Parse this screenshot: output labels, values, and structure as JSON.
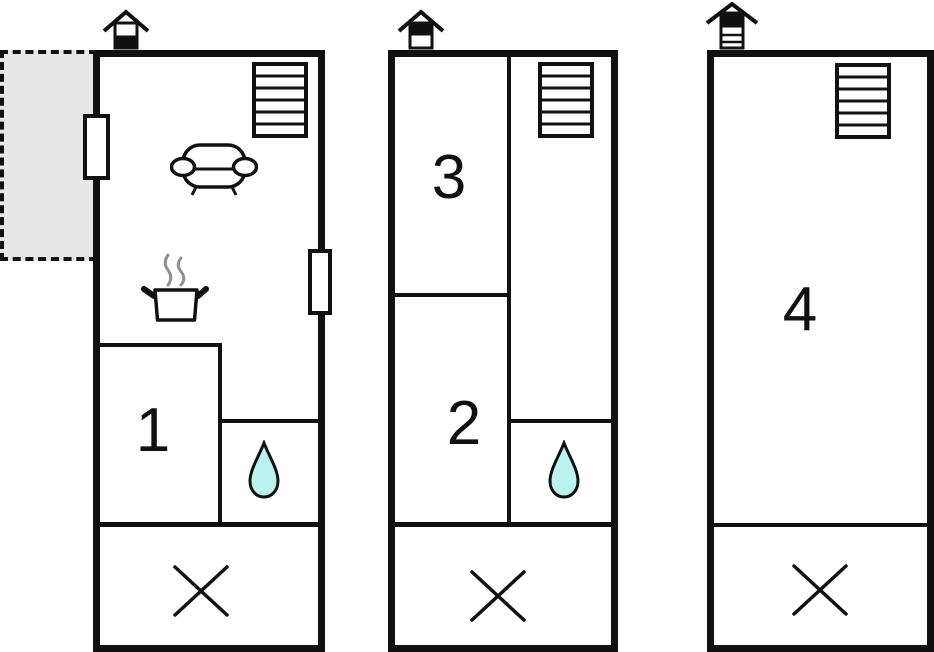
{
  "diagram_type": "floor-plan",
  "colors": {
    "wall": "#111111",
    "background": "#ffffff",
    "terrace_fill": "#e7e7e7",
    "water_drop_fill": "#b9f2ee",
    "steam": "#8f8f8f"
  },
  "plans": [
    {
      "name": "left-unit",
      "room_labels": {
        "room1": "1"
      },
      "features": [
        "chimney-icon",
        "stairs-icon",
        "sofa-icon",
        "cooking-pot-icon",
        "water-drop-icon",
        "cross-mark-icon",
        "terrace-dashed-area",
        "window-left-wall",
        "window-right-wall"
      ]
    },
    {
      "name": "middle-unit",
      "room_labels": {
        "room3": "3",
        "room2": "2"
      },
      "features": [
        "chimney-icon",
        "stairs-icon",
        "water-drop-icon",
        "cross-mark-icon"
      ]
    },
    {
      "name": "right-unit",
      "room_labels": {
        "room4": "4"
      },
      "features": [
        "chimney-icon",
        "stairs-icon",
        "cross-mark-icon"
      ]
    }
  ]
}
